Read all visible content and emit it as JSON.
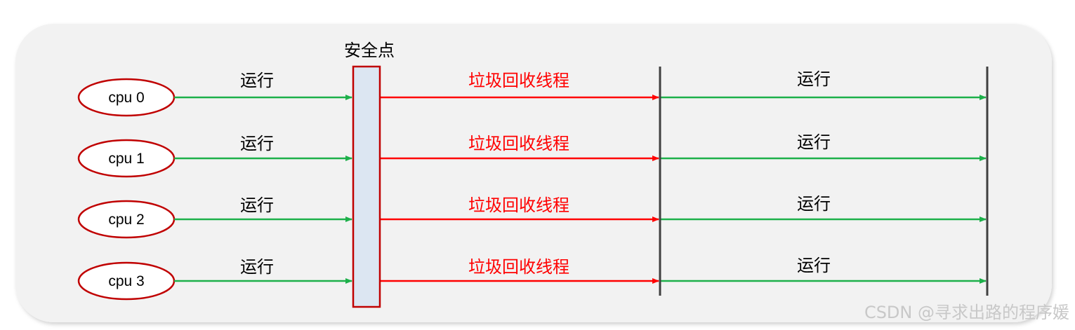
{
  "diagram": {
    "safepoint_label": "安全点",
    "run_label": "运行",
    "gc_label": "垃圾回收线程",
    "rows": [
      {
        "cpu": "cpu 0"
      },
      {
        "cpu": "cpu 1"
      },
      {
        "cpu": "cpu 2"
      },
      {
        "cpu": "cpu 3"
      }
    ]
  },
  "colors": {
    "panel": "#f2f2f2",
    "cpu_ellipse": "#c00000",
    "run_arrow": "#1db04a",
    "gc_arrow": "#ff0000",
    "safepoint_fill": "#dce6f2",
    "safepoint_border": "#c00000",
    "barrier": "#404040"
  },
  "watermark": "CSDN @寻求出路的程序媛"
}
